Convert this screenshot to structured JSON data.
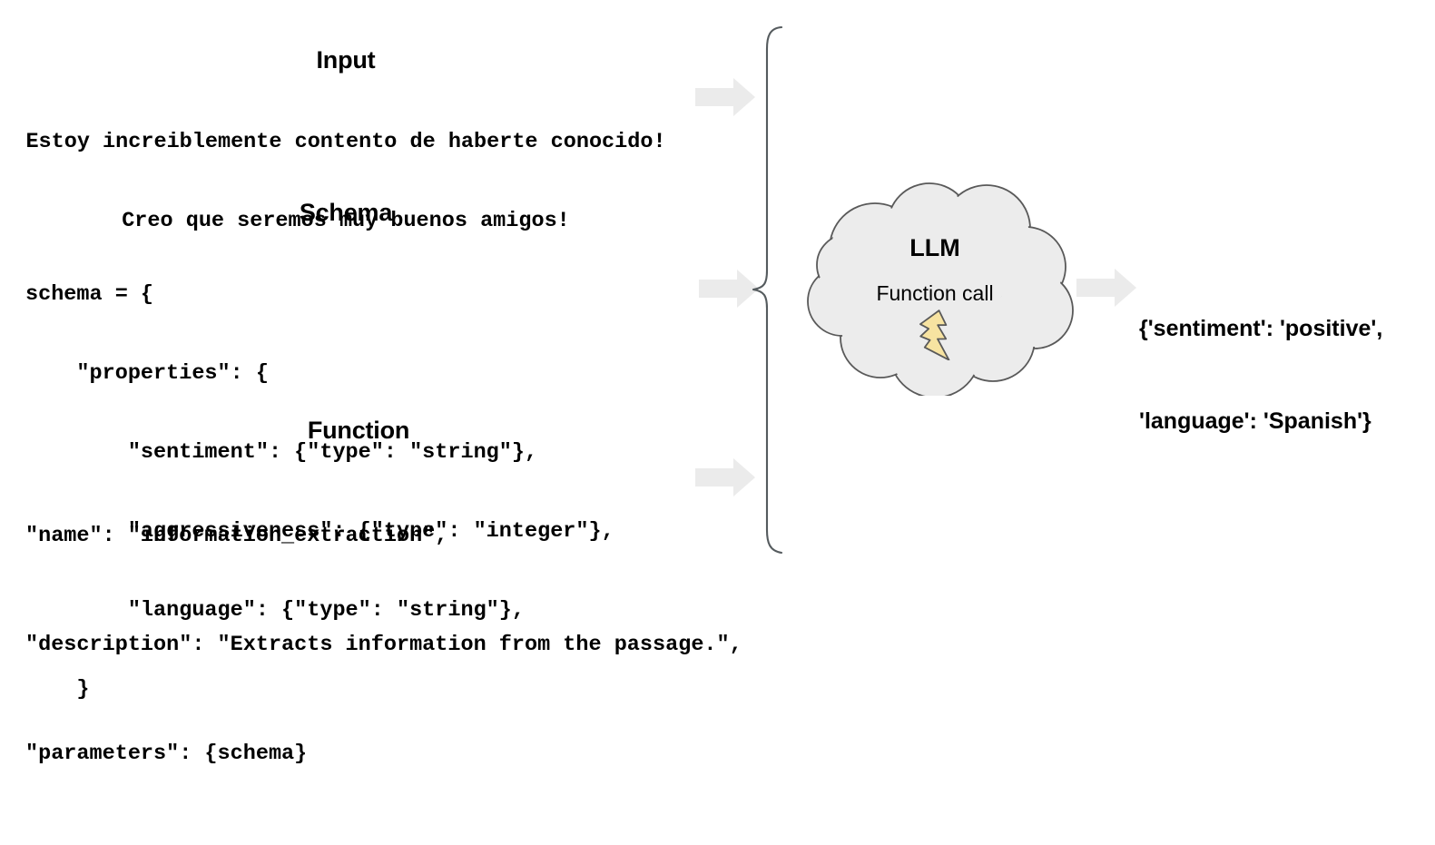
{
  "diagram": {
    "title_colors": {
      "arrow_fill": "#ebebeb",
      "cloud_fill": "#ececec",
      "cloud_stroke": "#595959",
      "bolt_fill": "#f7e3a1",
      "bolt_stroke": "#595959",
      "text": "#000000",
      "background": "#ffffff"
    },
    "sections": [
      {
        "heading": "Input",
        "lines": [
          "Estoy increiblemente contento de haberte conocido!",
          "Creo que seremos muy buenos amigos!"
        ]
      },
      {
        "heading": "Schema",
        "lines": [
          "schema = {",
          "    \"properties\": {",
          "        \"sentiment\": {\"type\": \"string\"},",
          "        \"aggressiveness\": {\"type\": \"integer\"},",
          "        \"language\": {\"type\": \"string\"},",
          "    }"
        ]
      },
      {
        "heading": "Function",
        "lines": [
          "\"name\": \"information_extraction\",",
          "\"description\": \"Extracts information from the passage.\",",
          "\"parameters\": {schema}"
        ]
      }
    ],
    "arrows": [
      {
        "name": "arrow-input-to-llm"
      },
      {
        "name": "arrow-schema-to-llm"
      },
      {
        "name": "arrow-function-to-llm"
      },
      {
        "name": "arrow-llm-to-output"
      }
    ],
    "model_node": {
      "title": "LLM",
      "subtitle": "Function call",
      "icon": "lightning-bolt-icon",
      "shape": "cloud"
    },
    "output": {
      "lines": [
        "{'sentiment': 'positive',",
        "'language': 'Spanish'}"
      ]
    },
    "brace": {
      "name": "grouping-brace",
      "orientation": "right-pointing"
    }
  }
}
